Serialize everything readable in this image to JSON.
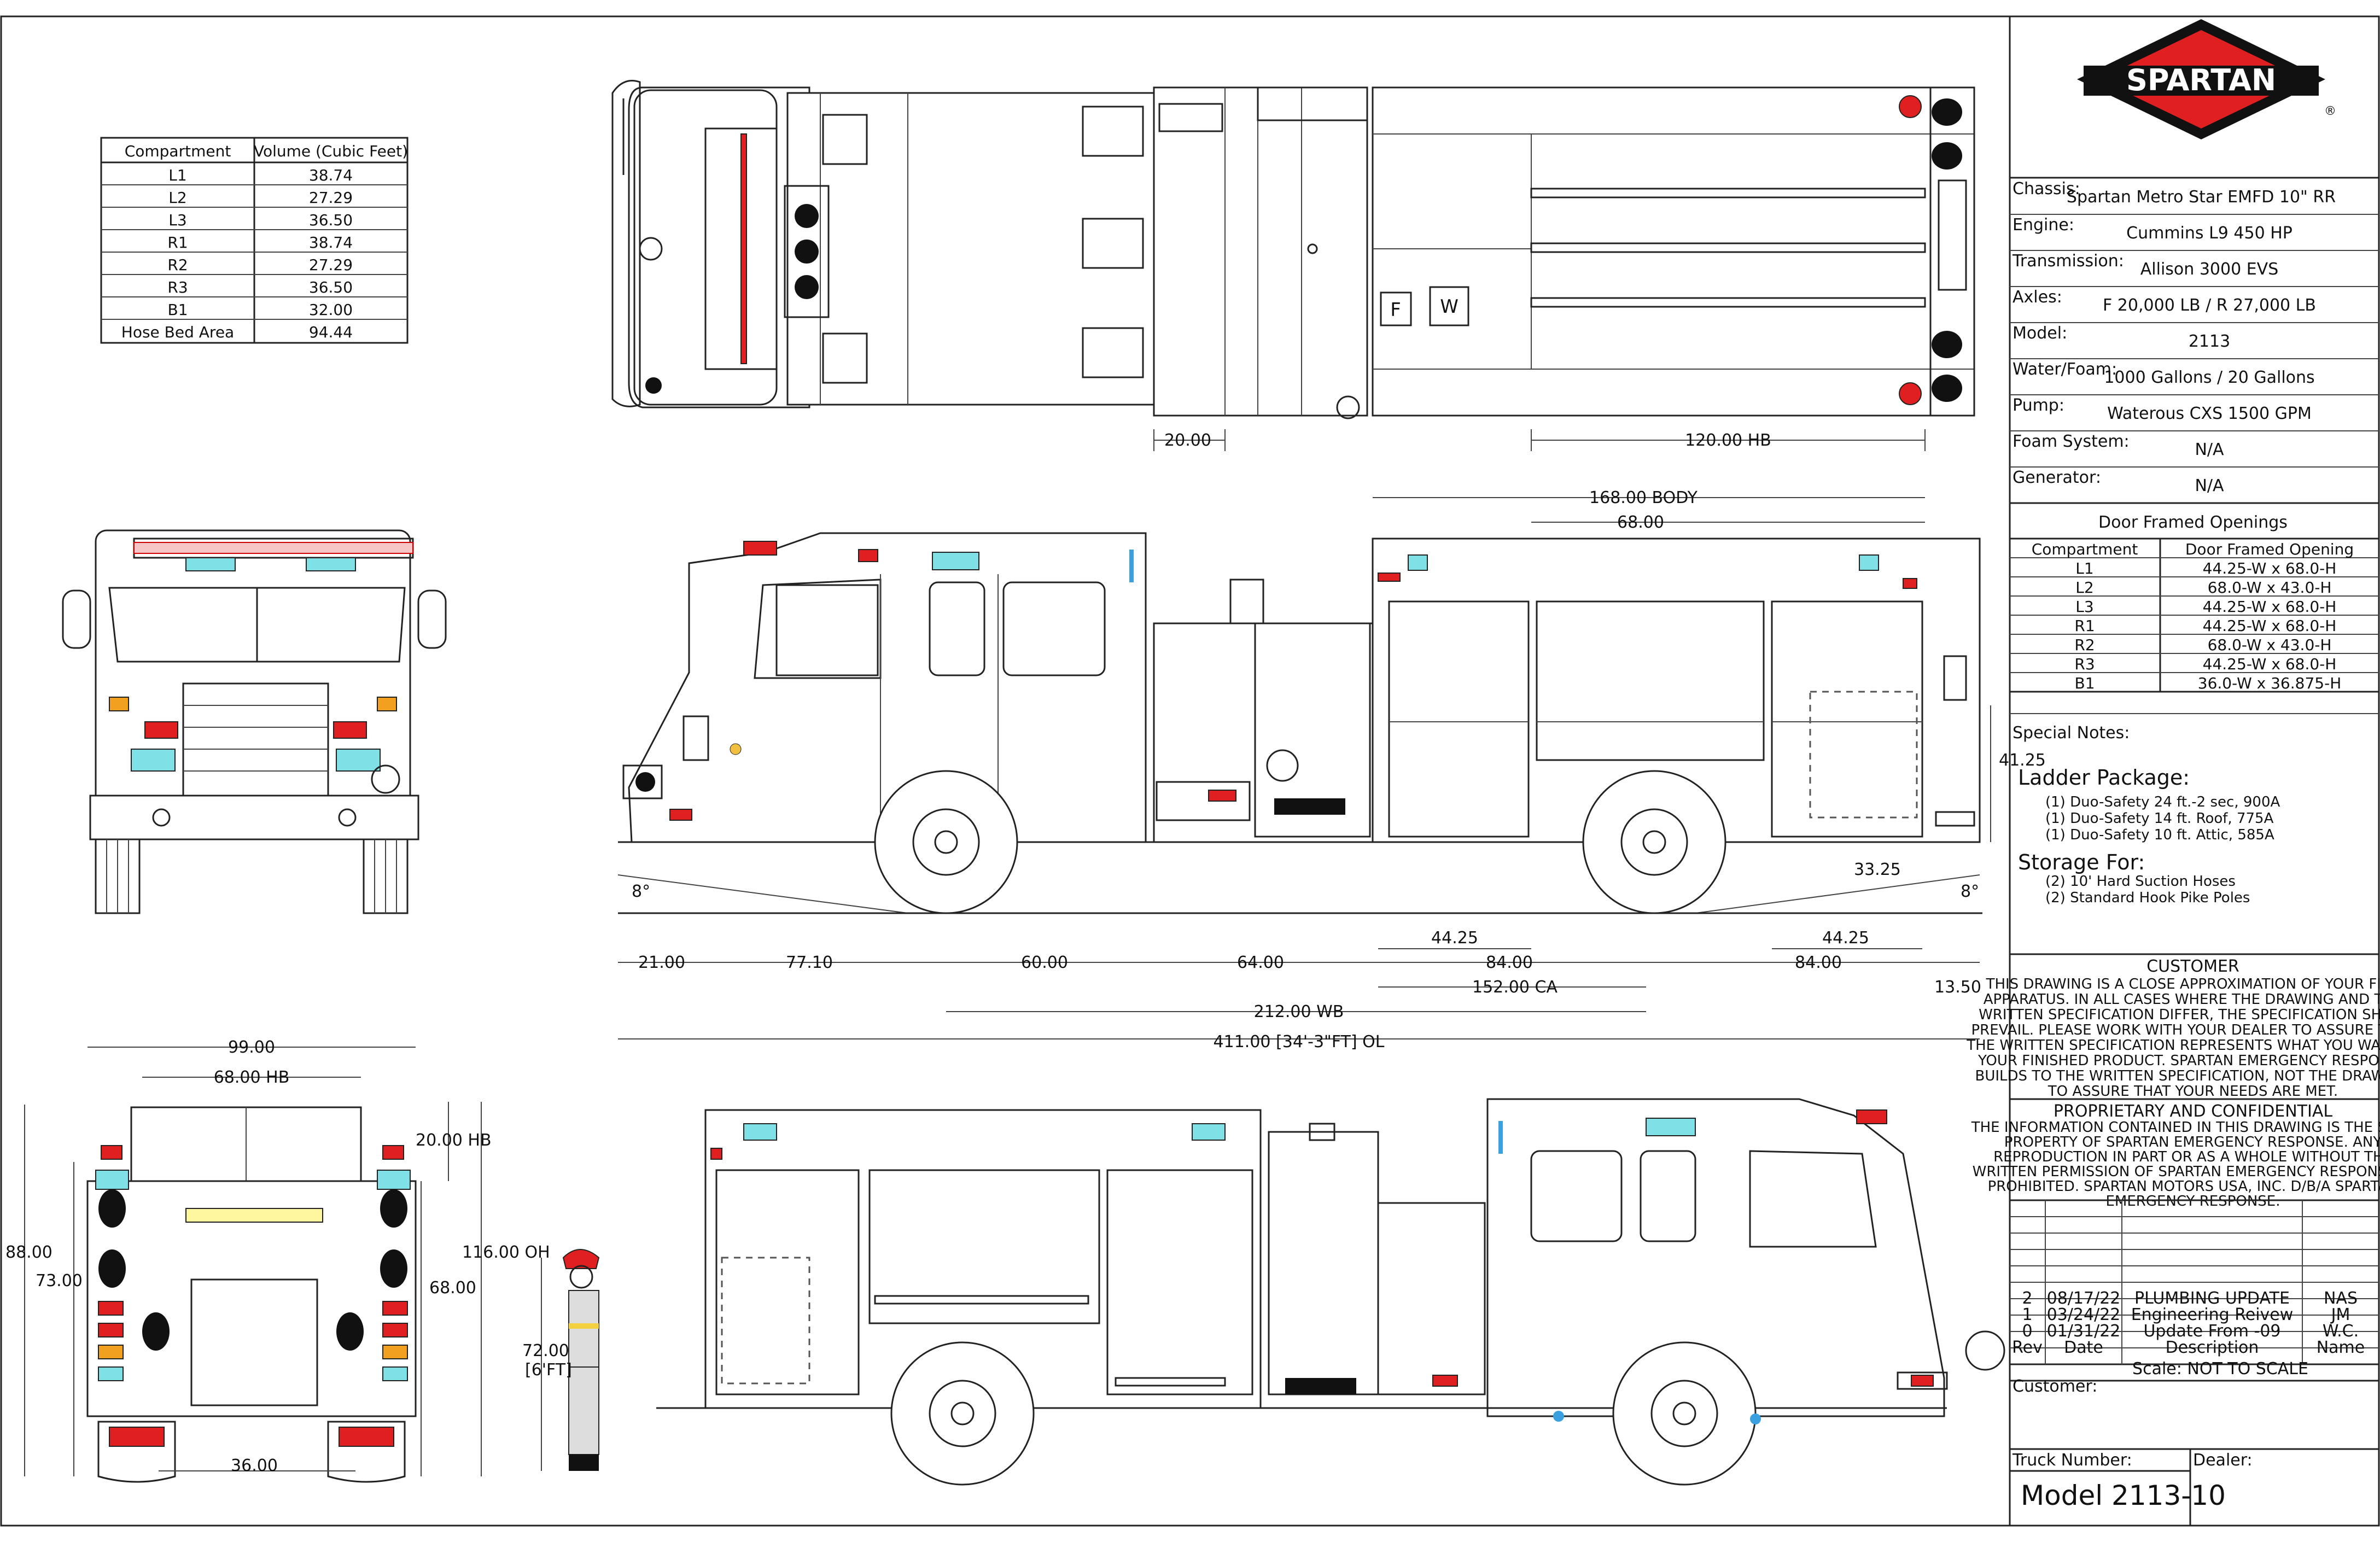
{
  "brand": {
    "name": "SPARTAN",
    "registered": "®",
    "colors": {
      "red": "#e02020",
      "black": "#111111",
      "white": "#ffffff",
      "cyan_light": "#7fe0e6"
    }
  },
  "compartment_table": {
    "headers": [
      "Compartment",
      "Volume (Cubic Feet)"
    ],
    "rows": [
      [
        "L1",
        "38.74"
      ],
      [
        "L2",
        "27.29"
      ],
      [
        "L3",
        "36.50"
      ],
      [
        "R1",
        "38.74"
      ],
      [
        "R2",
        "27.29"
      ],
      [
        "R3",
        "36.50"
      ],
      [
        "B1",
        "32.00"
      ],
      [
        "Hose Bed Area",
        "94.44"
      ]
    ]
  },
  "specs": [
    {
      "label": "Chassis:",
      "value": "Spartan Metro Star EMFD 10\" RR"
    },
    {
      "label": "Engine:",
      "value": "Cummins L9 450 HP"
    },
    {
      "label": "Transmission:",
      "value": "Allison 3000 EVS"
    },
    {
      "label": "Axles:",
      "value": "F 20,000 LB / R 27,000 LB"
    },
    {
      "label": "Model:",
      "value": "2113"
    },
    {
      "label": "Water/Foam:",
      "value": "1000 Gallons / 20 Gallons"
    },
    {
      "label": "Pump:",
      "value": "Waterous CXS 1500 GPM"
    },
    {
      "label": "Foam System:",
      "value": "N/A"
    },
    {
      "label": "Generator:",
      "value": "N/A"
    }
  ],
  "door_openings": {
    "title": "Door Framed Openings",
    "headers": [
      "Compartment",
      "Door Framed Opening"
    ],
    "rows": [
      [
        "L1",
        "44.25-W x 68.0-H"
      ],
      [
        "L2",
        "68.0-W x 43.0-H"
      ],
      [
        "L3",
        "44.25-W x 68.0-H"
      ],
      [
        "R1",
        "44.25-W x 68.0-H"
      ],
      [
        "R2",
        "68.0-W x 43.0-H"
      ],
      [
        "R3",
        "44.25-W x 68.0-H"
      ],
      [
        "B1",
        "36.0-W x 36.875-H"
      ]
    ]
  },
  "notes": {
    "special_notes": "Special Notes:",
    "ladder_title": "Ladder Package:",
    "ladder_items": [
      "(1) Duo-Safety 24 ft.-2 sec, 900A",
      "(1) Duo-Safety 14 ft. Roof, 775A",
      "(1) Duo-Safety 10 ft. Attic, 585A"
    ],
    "storage_title": "Storage For:",
    "storage_items": [
      "(2) 10' Hard Suction Hoses",
      "(2) Standard Hook Pike Poles"
    ]
  },
  "customer_block": {
    "title": "CUSTOMER",
    "lines": [
      "THIS DRAWING IS A CLOSE APPROXIMATION OF YOUR FIRE",
      "APPARATUS. IN ALL CASES WHERE THE DRAWING AND THE",
      "WRITTEN SPECIFICATION DIFFER, THE SPECIFICATION SHALL",
      "PREVAIL. PLEASE WORK WITH YOUR DEALER TO ASSURE THAT",
      "THE WRITTEN SPECIFICATION REPRESENTS WHAT YOU WANT IN",
      "YOUR FINISHED PRODUCT. SPARTAN EMERGENCY RESPONSE",
      "BUILDS TO THE WRITTEN SPECIFICATION, NOT THE DRAWING",
      "TO ASSURE THAT YOUR NEEDS ARE MET."
    ]
  },
  "proprietary_block": {
    "title": "PROPRIETARY AND CONFIDENTIAL",
    "lines": [
      "THE INFORMATION CONTAINED IN THIS DRAWING IS THE SOLE",
      "PROPERTY OF SPARTAN EMERGENCY RESPONSE. ANY",
      "REPRODUCTION IN PART OR AS A WHOLE WITHOUT THE",
      "WRITTEN PERMISSION OF SPARTAN EMERGENCY RESPONSE IS",
      "PROHIBITED. SPARTAN MOTORS USA, INC. D/B/A SPARTAN",
      "EMERGENCY RESPONSE."
    ]
  },
  "revisions": {
    "rows": [
      [
        "2",
        "08/17/22",
        "PLUMBING UPDATE",
        "NAS"
      ],
      [
        "1",
        "03/24/22",
        "Engineering Reivew",
        "JM"
      ],
      [
        "0",
        "01/31/22",
        "Update From -09",
        "W.C."
      ]
    ],
    "headers": [
      "Rev",
      "Date",
      "Description",
      "Name"
    ],
    "scale": "Scale:  NOT TO SCALE"
  },
  "footer": {
    "customer_label": "Customer:",
    "truck_number_label": "Truck Number:",
    "dealer_label": "Dealer:",
    "model_number": "Model 2113-10"
  },
  "dimensions": {
    "top_view": {
      "d1": "20.00",
      "d2": "120.00 HB",
      "fw_f": "F",
      "fw_w": "W"
    },
    "side_view": {
      "body": "168.00 BODY",
      "d68": "68.00",
      "h41": "41.25",
      "h33": "33.25",
      "ang_left": "8°",
      "ang_right": "8°",
      "d44a": "44.25",
      "d44b": "44.25",
      "row1": [
        "21.00",
        "77.10",
        "60.00",
        "64.00",
        "84.00",
        "84.00",
        "13.50"
      ],
      "ca": "152.00 CA",
      "wb": "212.00 WB",
      "ol": "411.00 [34'-3\"FT] OL"
    },
    "rear_view": {
      "w99": "99.00",
      "hb68": "68.00 HB",
      "h20": "20.00 HB",
      "h116": "116.00 OH",
      "h88": "88.00",
      "h73": "73.00",
      "h68": "68.00",
      "w36": "36.00",
      "person_h": "72.00",
      "person_ft": "[6'FT]"
    }
  }
}
